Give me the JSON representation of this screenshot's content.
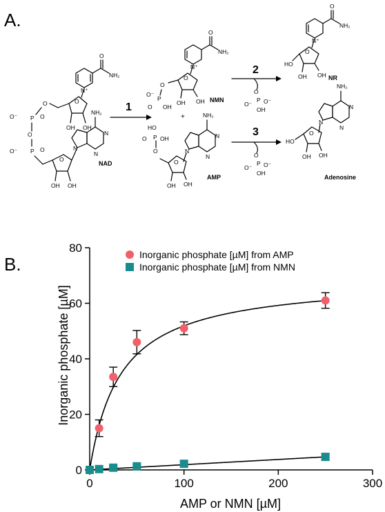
{
  "panels": {
    "a_label": "A.",
    "b_label": "B."
  },
  "scheme": {
    "compounds": {
      "nad": "NAD",
      "nmn": "NMN",
      "amp": "AMP",
      "nr": "NR",
      "adenosine": "Adenosine"
    },
    "steps": {
      "s1": "1",
      "s2": "2",
      "s3": "3"
    },
    "plus": "+",
    "atoms": {
      "nh2": "NH₂",
      "oh": "OH",
      "o": "O",
      "o_minus": "O⁻",
      "p": "P",
      "n": "N",
      "n_plus": "N⁺",
      "ho": "HO"
    }
  },
  "chart_data": {
    "type": "scatter",
    "xlabel": "AMP or NMN [µM]",
    "ylabel": "Inorganic phosphate [µM]",
    "xlim": [
      0,
      300
    ],
    "ylim": [
      0,
      80
    ],
    "xticks": [
      0,
      100,
      200,
      300
    ],
    "yticks": [
      0,
      20,
      40,
      60,
      80
    ],
    "legend_position": "top-left",
    "series": [
      {
        "name": "Inorganic phosphate [µM] from AMP",
        "color": "#f0606a",
        "marker": "circle",
        "x": [
          0,
          10,
          25,
          50,
          100,
          250
        ],
        "y": [
          0,
          15,
          33.5,
          46,
          51,
          61
        ],
        "err": [
          0,
          3,
          3.5,
          4.2,
          2.3,
          2.8
        ],
        "fit": {
          "model": "michaelis-menten",
          "vmax": 69,
          "km": 33
        }
      },
      {
        "name": "Inorganic phosphate [µM] from NMN",
        "color": "#1a8c8c",
        "marker": "square",
        "x": [
          0,
          10,
          25,
          50,
          100,
          250
        ],
        "y": [
          0,
          0.3,
          0.8,
          1.3,
          2.2,
          4.7
        ],
        "err": [
          0,
          0.3,
          0.4,
          0.5,
          0.6,
          1.2
        ],
        "fit": {
          "model": "linear",
          "slope": 0.0188,
          "intercept": 0
        }
      }
    ]
  }
}
